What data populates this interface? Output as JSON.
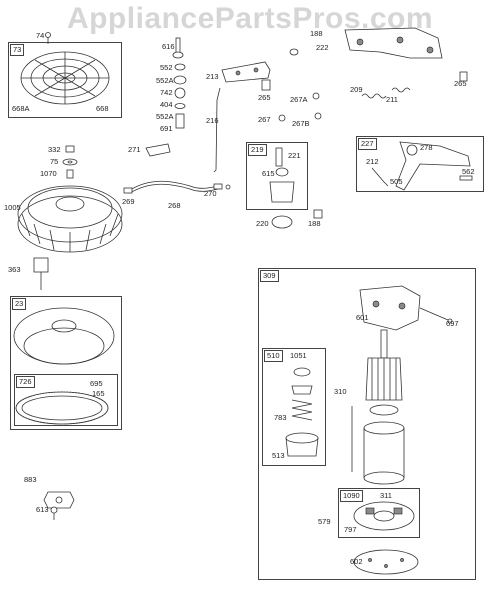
{
  "watermark": "AppliancePartsPros.com",
  "labels": {
    "p74": "74",
    "p73": "73",
    "p668a": "668A",
    "p668": "668",
    "p616": "616",
    "p552a": "552",
    "p552b": "552A",
    "p742": "742",
    "p404": "404",
    "p552c": "552A",
    "p691": "691",
    "p213": "213",
    "p216": "216",
    "p188a": "188",
    "p222": "222",
    "p265a": "265",
    "p209": "209",
    "p211": "211",
    "p265b": "265",
    "p267a": "267A",
    "p267": "267",
    "p267b": "267B",
    "p332": "332",
    "p75": "75",
    "p1070": "1070",
    "p271": "271",
    "p269": "269",
    "p268": "268",
    "p270": "270",
    "p1005": "1005",
    "p219": "219",
    "p221": "221",
    "p615": "615",
    "p220": "220",
    "p188b": "188",
    "p227": "227",
    "p278": "278",
    "p212": "212",
    "p505": "505",
    "p562": "562",
    "p363": "363",
    "p23": "23",
    "p726": "726",
    "p695": "695",
    "p165": "165",
    "p883": "883",
    "p613": "613",
    "p309": "309",
    "p601": "601",
    "p697": "697",
    "p510": "510",
    "p1051": "1051",
    "p783": "783",
    "p310": "310",
    "p513": "513",
    "p1090": "1090",
    "p311": "311",
    "p579": "579",
    "p797": "797",
    "p602": "602"
  }
}
